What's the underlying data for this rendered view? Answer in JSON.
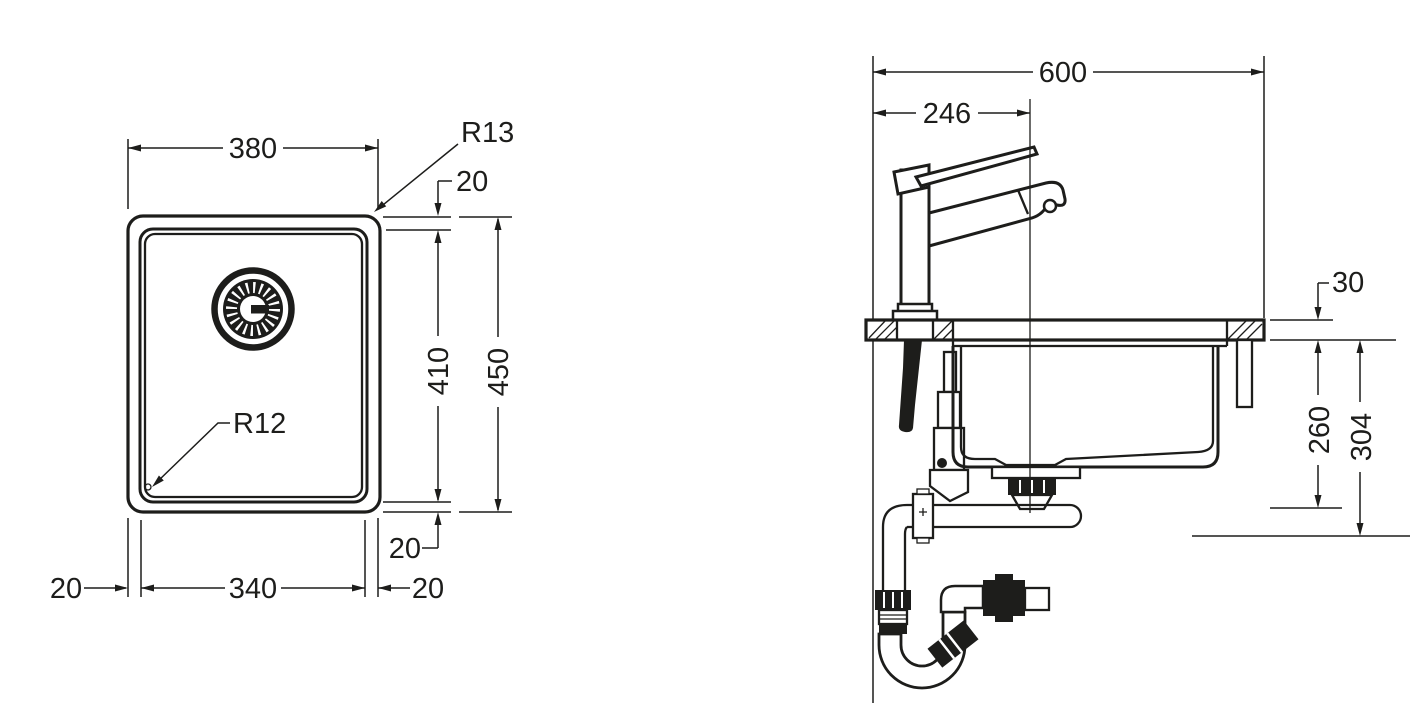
{
  "drawing": {
    "type": "sink-technical-drawing",
    "views": {
      "left": "plan-view",
      "right": "section-view"
    }
  },
  "dims": {
    "plan": {
      "overall_width": "380",
      "outer_corner_radius": "R13",
      "rim_top": "20",
      "inner_height": "410",
      "overall_height": "450",
      "rim_bottom": "20",
      "margin_left": "20",
      "inner_width": "340",
      "margin_right": "20",
      "inner_corner_radius": "R12"
    },
    "section": {
      "overall_width": "600",
      "drain_offset": "246",
      "counter_thickness": "30",
      "bowl_depth": "260",
      "overall_depth": "304"
    }
  },
  "colors": {
    "line": "#1d1d1b",
    "background": "#ffffff"
  }
}
